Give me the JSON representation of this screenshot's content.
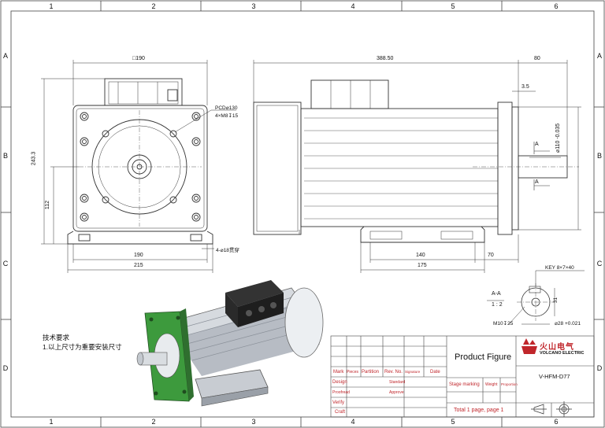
{
  "zones": {
    "columns": [
      "1",
      "2",
      "3",
      "4",
      "5",
      "6"
    ],
    "rows": [
      "A",
      "B",
      "C",
      "D"
    ]
  },
  "front_view": {
    "square": "□190",
    "height": "243.3",
    "center_height": "112",
    "foot_width": "190",
    "base_width": "215",
    "pcd": "PCD⌀130",
    "holes": "4×M8↧15",
    "foot_holes": "4-⌀18贯穿"
  },
  "side_view": {
    "length": "388.50",
    "shaft_length": "80",
    "flange": "3.5",
    "spigot": "⌀110 -0.035",
    "foot_span": "140",
    "foot_total": "175",
    "foot_offset": "70",
    "section_mark": "A"
  },
  "section": {
    "key": "KEY 8×7×40",
    "title": "A-A",
    "scale": "1 : 2",
    "dim_31": "31",
    "tap": "M10↧25",
    "shaft_dia": "⌀28 +0.021"
  },
  "notes": {
    "title": "技术要求",
    "line1": "1.以上尺寸为重要安装尺寸"
  },
  "title_block": {
    "product_figure": "Product Figure",
    "brand_cn": "火山电气",
    "brand_en": "VOLCANO ELECTRIC",
    "model": "V-HFM-D77",
    "pages": "Total 1 page, page 1",
    "row_labels": [
      "Mark",
      "Pieces",
      "Partition",
      "Rev. No.",
      "Signature",
      "Date"
    ],
    "left_labels": [
      "Design",
      "Proofread",
      "Verify",
      "Craft"
    ],
    "mid_labels": [
      "Standard",
      "Approve"
    ],
    "stage_labels": [
      "Stage marking",
      "Weight",
      "Proportion"
    ]
  },
  "colors": {
    "line": "#333333",
    "red": "#c0262b",
    "flange_green": "#3d9a3d",
    "motor_silver": "#c8ccd2"
  }
}
